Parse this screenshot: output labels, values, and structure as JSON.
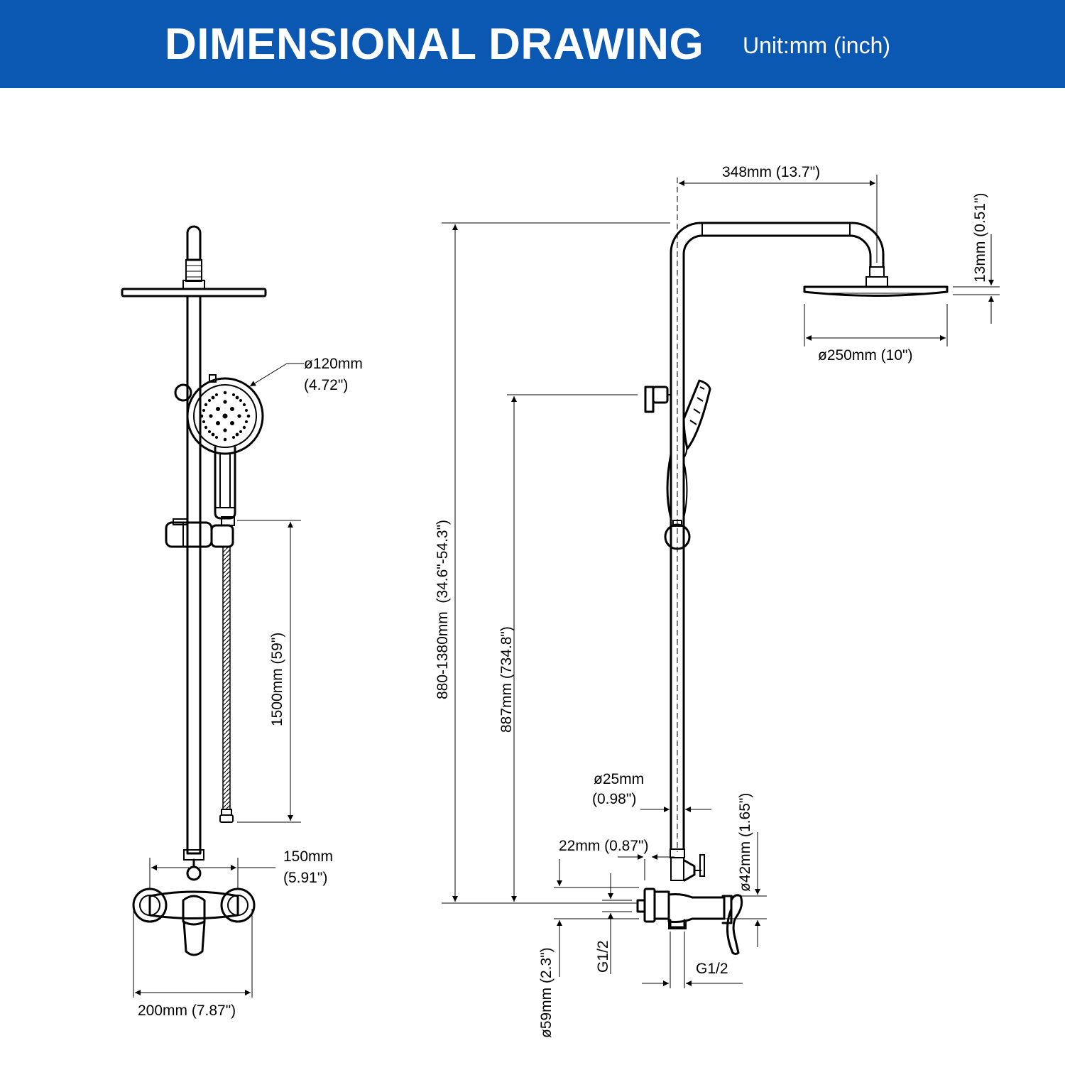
{
  "header": {
    "title": "DIMENSIONAL DRAWING",
    "unit": "Unit:mm (inch)",
    "background_color": "#0b58b3"
  },
  "front_view": {
    "handshower_diameter": [
      "ø120mm",
      "(4.72\")"
    ],
    "hose_length": "1500mm (59\")",
    "center_distance": [
      "150mm",
      "(5.91\")"
    ],
    "mixer_width": "200mm (7.87\")"
  },
  "side_view": {
    "arm_projection": "348mm (13.7\")",
    "showerhead_thickness": "13mm (0.51\")",
    "showerhead_diameter": "ø250mm (10\")",
    "adjustable_height": "880-1380mm  (34.6\"-54.3\")",
    "holder_height": "887mm (734.8\")",
    "riser_diameter": [
      "ø25mm",
      "(0.98\")"
    ],
    "inner_diameter": "22mm (0.87\")",
    "escutcheon_diameter": "ø42mm (1.65\")",
    "flange_diameter": "ø59mm (2.3\")",
    "inlet_thread": "G1/2",
    "outlet_thread": "G1/2"
  }
}
